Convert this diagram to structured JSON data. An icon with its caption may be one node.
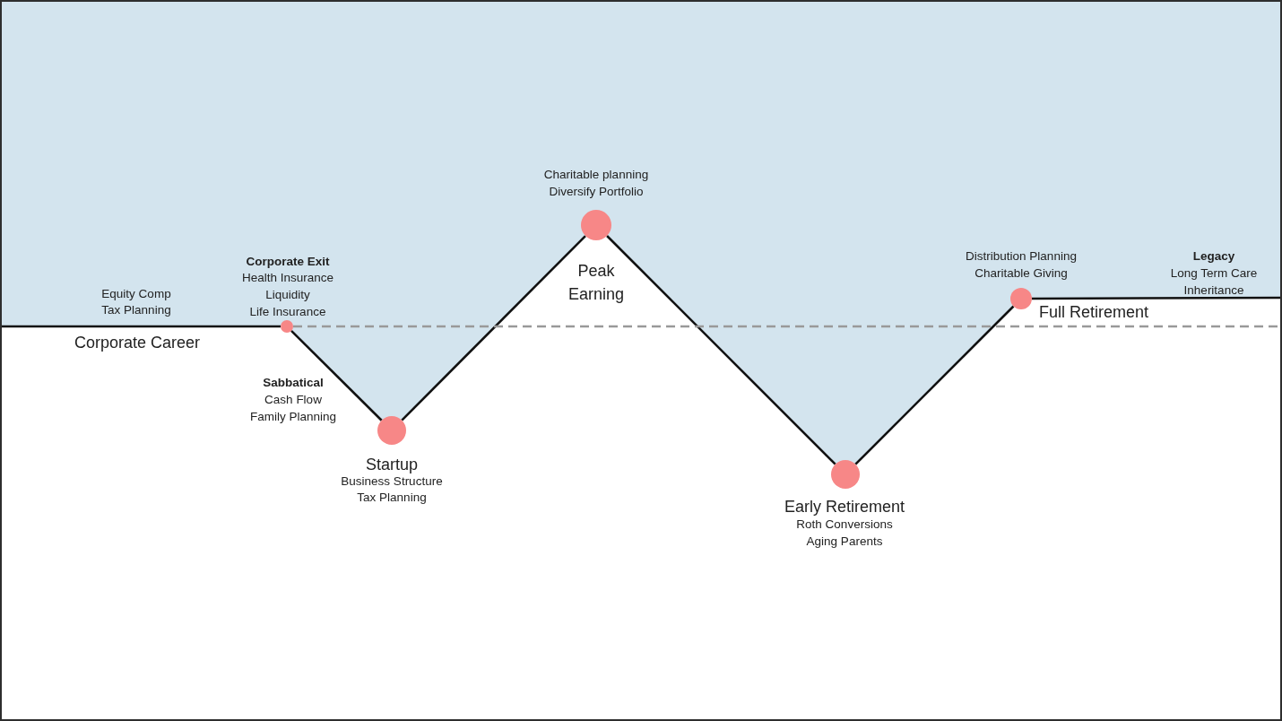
{
  "diagram": {
    "nodes": [
      {
        "text": [],
        "shape": "circle",
        "beside": [
          "Corporate Exit",
          "Health Insurance",
          "Liquidity",
          "Life Insurance"
        ]
      },
      {
        "text": [],
        "shape": "circle",
        "beside": [
          "Startup",
          "Business Structure",
          "Tax Planning"
        ]
      },
      {
        "text": [],
        "shape": "circle",
        "beside": [
          "Charitable planning",
          "Diversify Portfolio",
          "Peak Earning"
        ]
      },
      {
        "text": [],
        "shape": "circle",
        "beside": [
          "Early Retirement",
          "Roth Conversions",
          "Aging Parents"
        ]
      },
      {
        "text": [],
        "shape": "circle",
        "beside": [
          "Distribution Planning",
          "Charitable Giving",
          "Full Retirement"
        ]
      }
    ],
    "edges": [
      {
        "from": null,
        "to": 0,
        "arrow": "none"
      },
      {
        "from": 0,
        "to": 1,
        "arrow": "none"
      },
      {
        "from": 1,
        "to": 2,
        "arrow": "none"
      },
      {
        "from": 2,
        "to": 3,
        "arrow": "none"
      },
      {
        "from": 3,
        "to": 4,
        "arrow": "none"
      },
      {
        "from": 4,
        "to": null,
        "arrow": "none"
      },
      {
        "from": 0,
        "to": null,
        "arrow": "none",
        "style": "dashed",
        "color": "#999999"
      }
    ],
    "labels": [
      "Equity Comp",
      "Tax Planning",
      "Corporate Career",
      "Sabbatical",
      "Cash Flow",
      "Family Planning",
      "Legacy",
      "Long Term Care",
      "Inheritance"
    ]
  }
}
